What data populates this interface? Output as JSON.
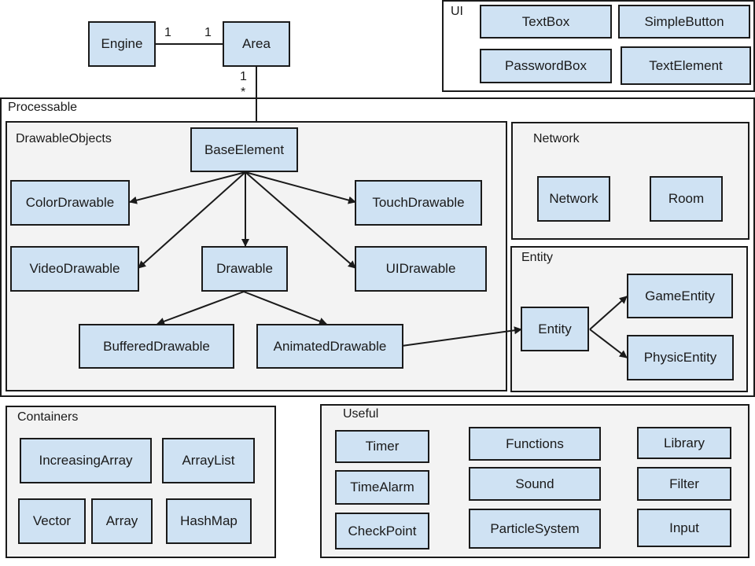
{
  "diagram": {
    "packages": {
      "ui": "UI",
      "processable": "Processable",
      "drawable_objects": "DrawableObjects",
      "network": "Network",
      "entity": "Entity",
      "containers": "Containers",
      "useful": "Useful"
    },
    "classes": {
      "engine": "Engine",
      "area": "Area",
      "textbox": "TextBox",
      "simplebutton": "SimpleButton",
      "passwordbox": "PasswordBox",
      "textelement": "TextElement",
      "baseelement": "BaseElement",
      "colordrawable": "ColorDrawable",
      "touchdrawable": "TouchDrawable",
      "videodrawable": "VideoDrawable",
      "drawable": "Drawable",
      "uidrawable": "UIDrawable",
      "buffereddrawable": "BufferedDrawable",
      "animateddrawable": "AnimatedDrawable",
      "network": "Network",
      "room": "Room",
      "entity": "Entity",
      "gameentity": "GameEntity",
      "physicentity": "PhysicEntity",
      "increasingarray": "IncreasingArray",
      "arraylist": "ArrayList",
      "vector": "Vector",
      "array": "Array",
      "hashmap": "HashMap",
      "timer": "Timer",
      "timealarm": "TimeAlarm",
      "checkpoint": "CheckPoint",
      "functions": "Functions",
      "sound": "Sound",
      "particlesystem": "ParticleSystem",
      "library": "Library",
      "filter": "Filter",
      "input": "Input"
    },
    "multiplicities": {
      "engine_side": "1",
      "area_side": "1",
      "area_down": "1",
      "processable_side": "*"
    },
    "relations": [
      {
        "from": "Engine",
        "to": "Area",
        "type": "association"
      },
      {
        "from": "Area",
        "to": "Processable",
        "type": "association"
      },
      {
        "from": "BaseElement",
        "to": "ColorDrawable",
        "type": "arrow"
      },
      {
        "from": "BaseElement",
        "to": "TouchDrawable",
        "type": "arrow"
      },
      {
        "from": "BaseElement",
        "to": "VideoDrawable",
        "type": "arrow"
      },
      {
        "from": "BaseElement",
        "to": "Drawable",
        "type": "arrow"
      },
      {
        "from": "BaseElement",
        "to": "UIDrawable",
        "type": "arrow"
      },
      {
        "from": "Drawable",
        "to": "BufferedDrawable",
        "type": "arrow"
      },
      {
        "from": "Drawable",
        "to": "AnimatedDrawable",
        "type": "arrow"
      },
      {
        "from": "AnimatedDrawable",
        "to": "Entity",
        "type": "arrow"
      },
      {
        "from": "Entity",
        "to": "GameEntity",
        "type": "arrow"
      },
      {
        "from": "Entity",
        "to": "PhysicEntity",
        "type": "arrow"
      }
    ]
  }
}
